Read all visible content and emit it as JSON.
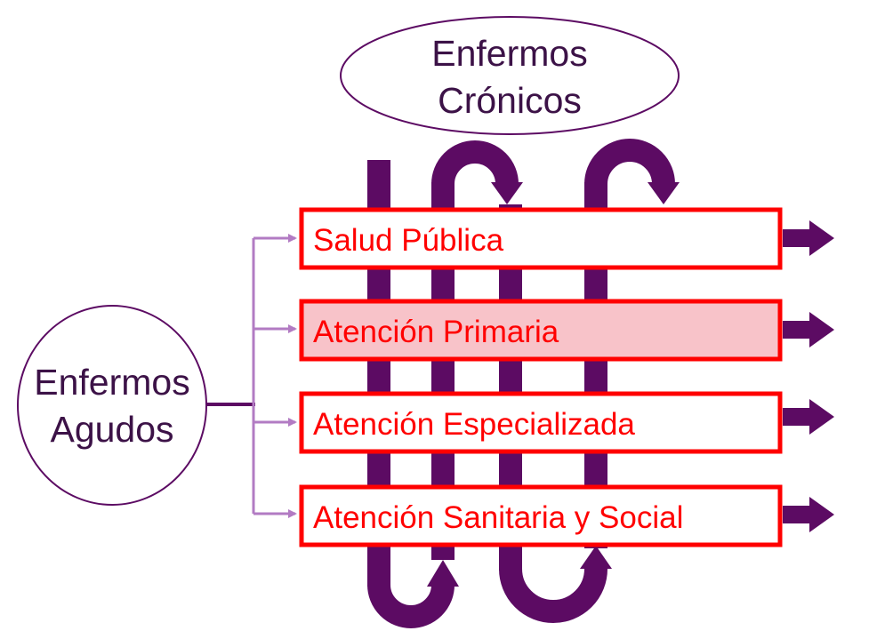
{
  "diagram": {
    "top_ellipse": {
      "lines": [
        "Enfermos",
        "Crónicos"
      ]
    },
    "left_ellipse": {
      "lines": [
        "Enfermos",
        "Agudos"
      ]
    },
    "levels": [
      {
        "label": "Salud Pública",
        "highlighted": false
      },
      {
        "label": "Atención Primaria",
        "highlighted": true
      },
      {
        "label": "Atención Especializada",
        "highlighted": false
      },
      {
        "label": "Atención Sanitaria y Social",
        "highlighted": false
      }
    ],
    "colors": {
      "purple": "#5c0b63",
      "light_purple": "#b27bc3",
      "box_border": "#ff0000",
      "highlight_fill": "#f8c3c9",
      "text_dark": "#3c1247",
      "text_red": "#ff0000"
    }
  }
}
